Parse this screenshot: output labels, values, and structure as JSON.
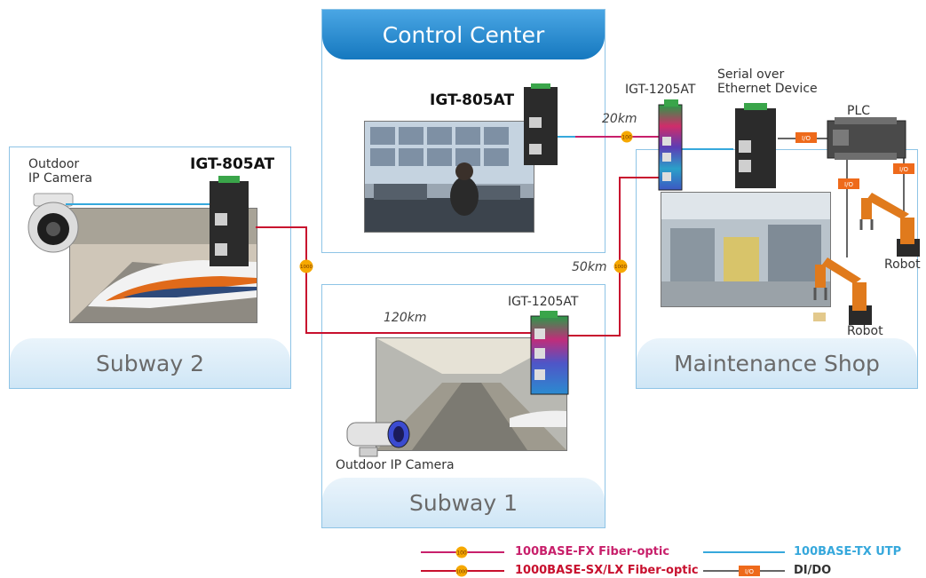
{
  "boxes": {
    "control_center": "Control Center",
    "subway2": "Subway 2",
    "subway1": "Subway 1",
    "maintenance": "Maintenance Shop"
  },
  "devices": {
    "cc_switch": "IGT-805AT",
    "subway2_switch": "IGT-805AT",
    "top_converter": "IGT-1205AT",
    "subway1_converter": "IGT-1205AT",
    "serial_device": "Serial over\nEthernet Device",
    "plc": "PLC",
    "robot_top": "Robot",
    "robot_bottom": "Robot",
    "camera_subway2": "Outdoor\nIP Camera",
    "camera_subway1": "Outdoor IP Camera"
  },
  "distances": {
    "d20": "20km",
    "d50": "50km",
    "d120": "120km"
  },
  "badges": {
    "fx": "100",
    "sx": "1000",
    "io": "I/O"
  },
  "legend": {
    "fx": "100BASE-FX Fiber-optic",
    "sx": "1000BASE-SX/LX Fiber-optic",
    "tx": "100BASE-TX UTP",
    "dido": "DI/DO"
  },
  "colors": {
    "fiber_fx": "#c8206b",
    "fiber_sx": "#c8102e",
    "utp": "#36a8dc",
    "dido": "#666666",
    "badge": "#f6a800",
    "io_badge": "#ee6a1b",
    "switch": "#2b2b2b",
    "accent_box": "#1a7dc4"
  }
}
